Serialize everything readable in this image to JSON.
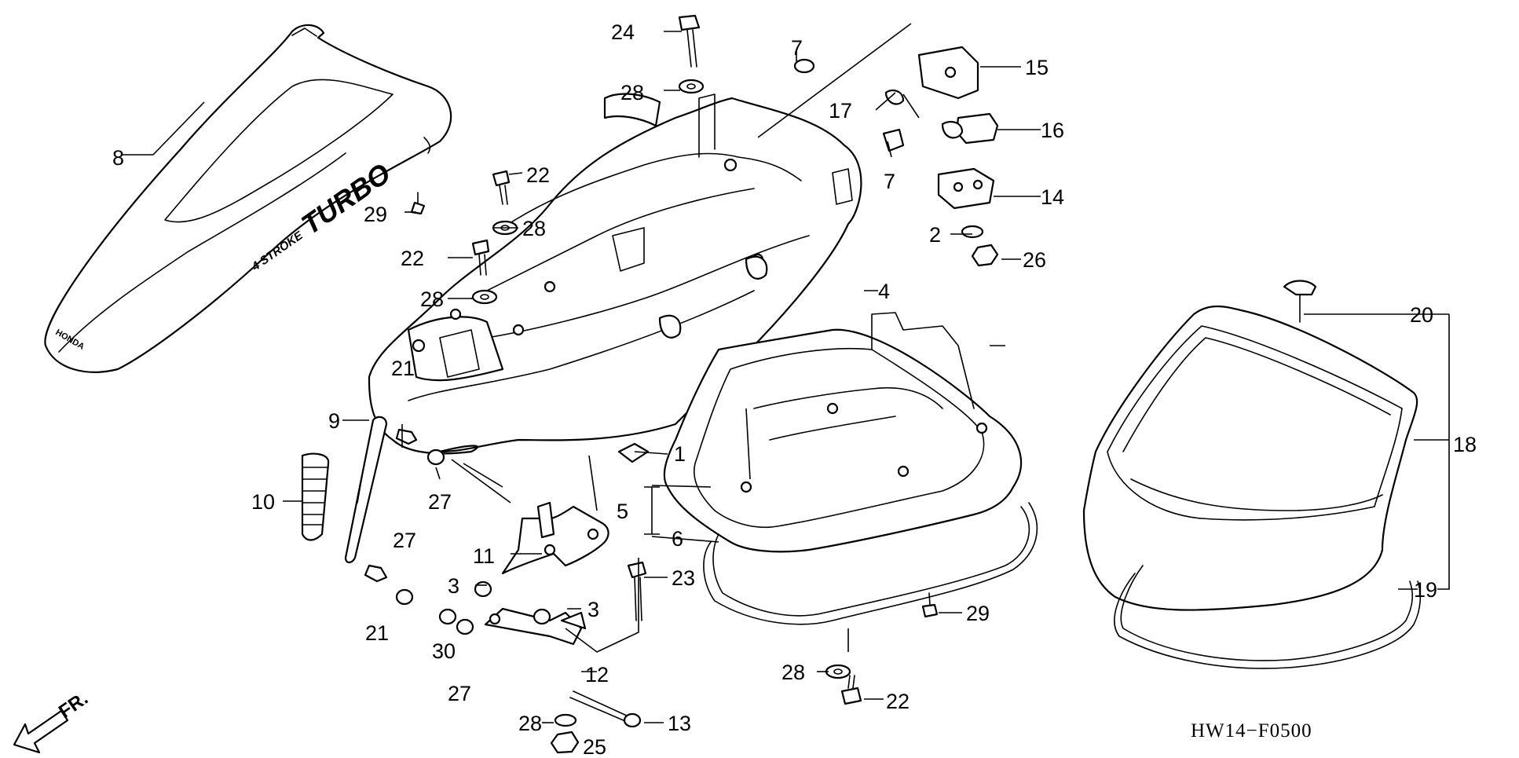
{
  "diagram": {
    "code": "HW14−F0500",
    "direction_label": "FR.",
    "decals": {
      "logo": "HONDA",
      "engine": "4 STROKE",
      "model": "TURBO"
    },
    "callouts": [
      {
        "id": "c1",
        "number": "1"
      },
      {
        "id": "c2",
        "number": "2"
      },
      {
        "id": "c3a",
        "number": "3"
      },
      {
        "id": "c3b",
        "number": "3"
      },
      {
        "id": "c4",
        "number": "4"
      },
      {
        "id": "c5",
        "number": "5"
      },
      {
        "id": "c6",
        "number": "6"
      },
      {
        "id": "c7a",
        "number": "7"
      },
      {
        "id": "c7b",
        "number": "7"
      },
      {
        "id": "c8",
        "number": "8"
      },
      {
        "id": "c9",
        "number": "9"
      },
      {
        "id": "c10",
        "number": "10"
      },
      {
        "id": "c11",
        "number": "11"
      },
      {
        "id": "c12",
        "number": "12"
      },
      {
        "id": "c13",
        "number": "13"
      },
      {
        "id": "c14",
        "number": "14"
      },
      {
        "id": "c15",
        "number": "15"
      },
      {
        "id": "c16",
        "number": "16"
      },
      {
        "id": "c17",
        "number": "17"
      },
      {
        "id": "c18",
        "number": "18"
      },
      {
        "id": "c19",
        "number": "19"
      },
      {
        "id": "c20",
        "number": "20"
      },
      {
        "id": "c21a",
        "number": "21"
      },
      {
        "id": "c21b",
        "number": "21"
      },
      {
        "id": "c22a",
        "number": "22"
      },
      {
        "id": "c22b",
        "number": "22"
      },
      {
        "id": "c22c",
        "number": "22"
      },
      {
        "id": "c23",
        "number": "23"
      },
      {
        "id": "c24",
        "number": "24"
      },
      {
        "id": "c25",
        "number": "25"
      },
      {
        "id": "c26",
        "number": "26"
      },
      {
        "id": "c27a",
        "number": "27"
      },
      {
        "id": "c27b",
        "number": "27"
      },
      {
        "id": "c27c",
        "number": "27"
      },
      {
        "id": "c28a",
        "number": "28"
      },
      {
        "id": "c28b",
        "number": "28"
      },
      {
        "id": "c28c",
        "number": "28"
      },
      {
        "id": "c28d",
        "number": "28"
      },
      {
        "id": "c28e",
        "number": "28"
      },
      {
        "id": "c29a",
        "number": "29"
      },
      {
        "id": "c29b",
        "number": "29"
      },
      {
        "id": "c30",
        "number": "30"
      }
    ]
  }
}
